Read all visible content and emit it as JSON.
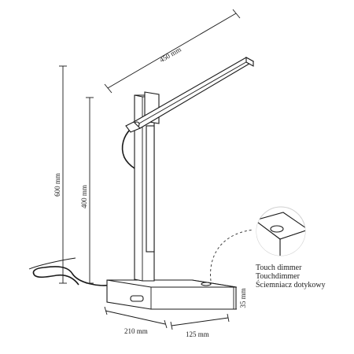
{
  "dimensions": {
    "arm_length": "450 mm",
    "total_height": "600 mm",
    "column_height": "400 mm",
    "base_height": "35 mm",
    "base_width": "210 mm",
    "base_depth": "125 mm"
  },
  "feature_note": {
    "lines": [
      "Touch dimmer",
      "Touchdimmer",
      "Ściemniacz dotykowy"
    ]
  },
  "colors": {
    "line": "#1a1a1a",
    "background": "#ffffff"
  }
}
